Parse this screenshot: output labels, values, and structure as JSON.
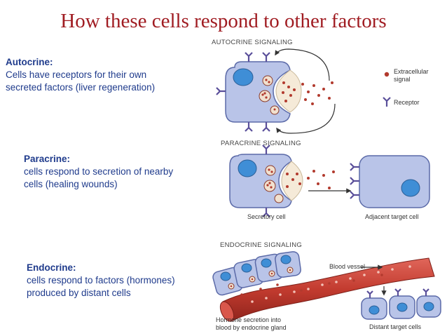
{
  "title": "How these cells respond to other factors",
  "autocrine": {
    "heading": "Autocrine:",
    "line1": "Cells have receptors for their own",
    "line2": "secreted factors (liver regeneration)"
  },
  "paracrine": {
    "heading": "Paracrine:",
    "line1": "cells respond to secretion of nearby",
    "line2": "cells (healing wounds)"
  },
  "endocrine": {
    "heading": "Endocrine:",
    "line1": "cells respond to factors (hormones)",
    "line2": "produced by distant cells"
  },
  "diagram": {
    "autocrine_label": "AUTOCRINE SIGNALING",
    "legend_signal_line1": "Extracellular",
    "legend_signal_line2": "signal",
    "legend_receptor": "Receptor",
    "paracrine_label": "PARACRINE SIGNALING",
    "secretory_cell": "Secretory cell",
    "adjacent_target": "Adjacent target cell",
    "endocrine_label": "ENDOCRINE SIGNALING",
    "blood_vessel": "Blood vessel",
    "hormone_line1": "Hormone secretion into",
    "hormone_line2": "blood by endocrine gland",
    "distant_targets": "Distant target cells"
  },
  "colors": {
    "title": "#a01c22",
    "body_text": "#1f3b8c",
    "cell": "#b9c4e8",
    "nucleus": "#3f8ed6",
    "signal": "#b23a2e",
    "receptor": "#5a4f9a",
    "vessel": "#c23b2f"
  }
}
